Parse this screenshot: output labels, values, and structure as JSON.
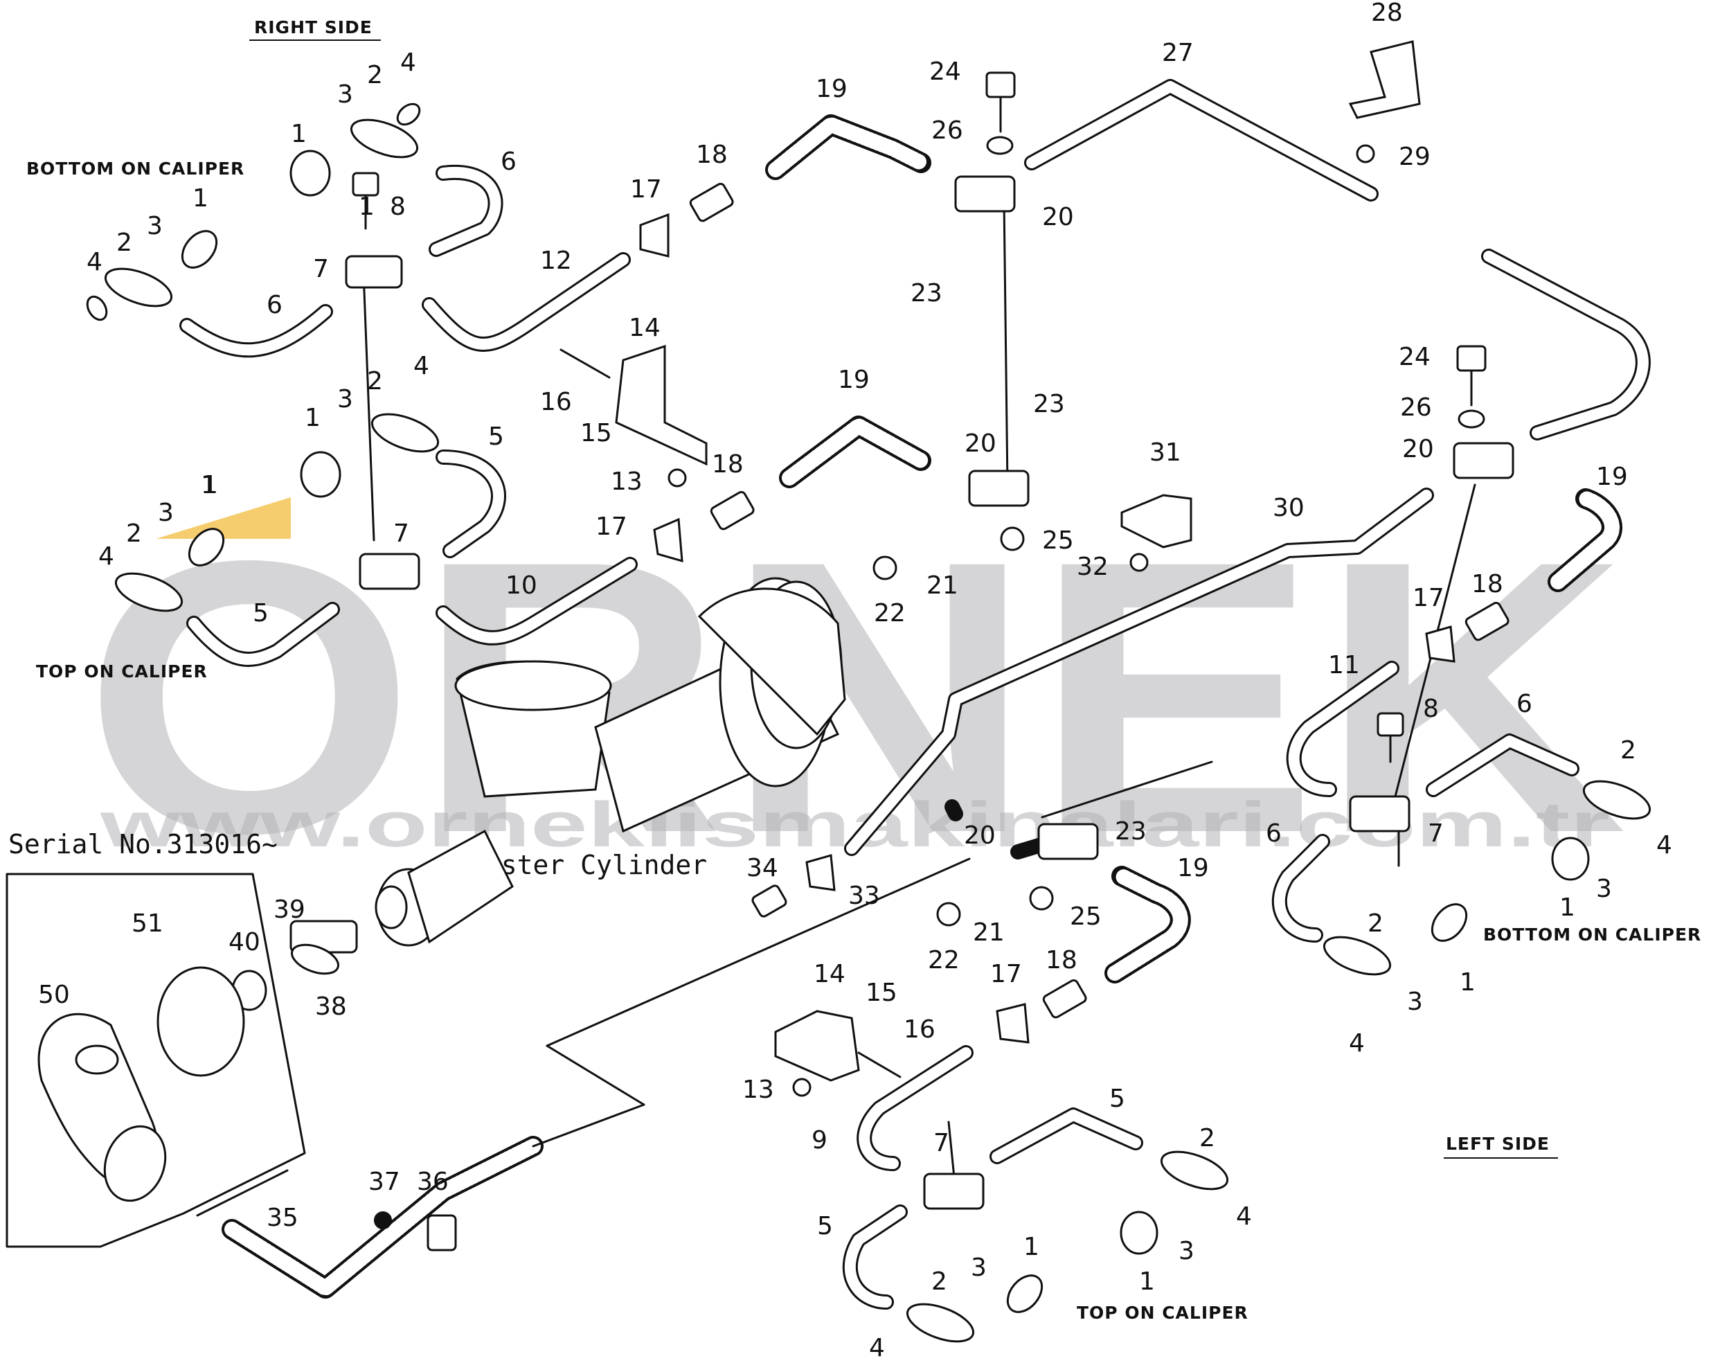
{
  "captions": {
    "right_side": "RIGHT SIDE",
    "left_side": "LEFT SIDE",
    "bottom_on_caliper_right": "BOTTOM ON CALIPER",
    "top_on_caliper_right": "TOP ON CALIPER",
    "bottom_on_caliper_left": "BOTTOM ON CALIPER",
    "top_on_caliper_left": "TOP ON CALIPER",
    "master_cylinder": "Master Cylinder",
    "serial_no": "Serial No.313016~"
  },
  "watermark": {
    "brand": "ORNEK",
    "url": "www.orneklismakinalari.com.tr",
    "accent_color": "#f2c04a"
  },
  "colors": {
    "ink": "#111111",
    "background": "#ffffff",
    "watermark_gray": "#b4b4b8"
  },
  "callouts": [
    "1",
    "3",
    "2",
    "4",
    "1",
    "4",
    "2",
    "3",
    "1",
    "6",
    "8",
    "7",
    "6",
    "12",
    "17",
    "18",
    "19",
    "24",
    "26",
    "20",
    "23",
    "27",
    "28",
    "29",
    "16",
    "15",
    "14",
    "13",
    "1",
    "3",
    "2",
    "4",
    "5",
    "1",
    "4",
    "2",
    "3",
    "1",
    "7",
    "5",
    "10",
    "17",
    "18",
    "19",
    "20",
    "23",
    "21",
    "22",
    "25",
    "31",
    "32",
    "30",
    "24",
    "26",
    "20",
    "19",
    "17",
    "18",
    "11",
    "8",
    "6",
    "2",
    "7",
    "4",
    "3",
    "1",
    "6",
    "2",
    "3",
    "1",
    "4",
    "20",
    "23",
    "34",
    "33",
    "21",
    "22",
    "25",
    "19",
    "14",
    "15",
    "16",
    "13",
    "17",
    "18",
    "9",
    "7",
    "5",
    "2",
    "4",
    "1",
    "3",
    "5",
    "2",
    "3",
    "1",
    "4",
    "39",
    "40",
    "38",
    "51",
    "50",
    "37",
    "36",
    "35"
  ]
}
